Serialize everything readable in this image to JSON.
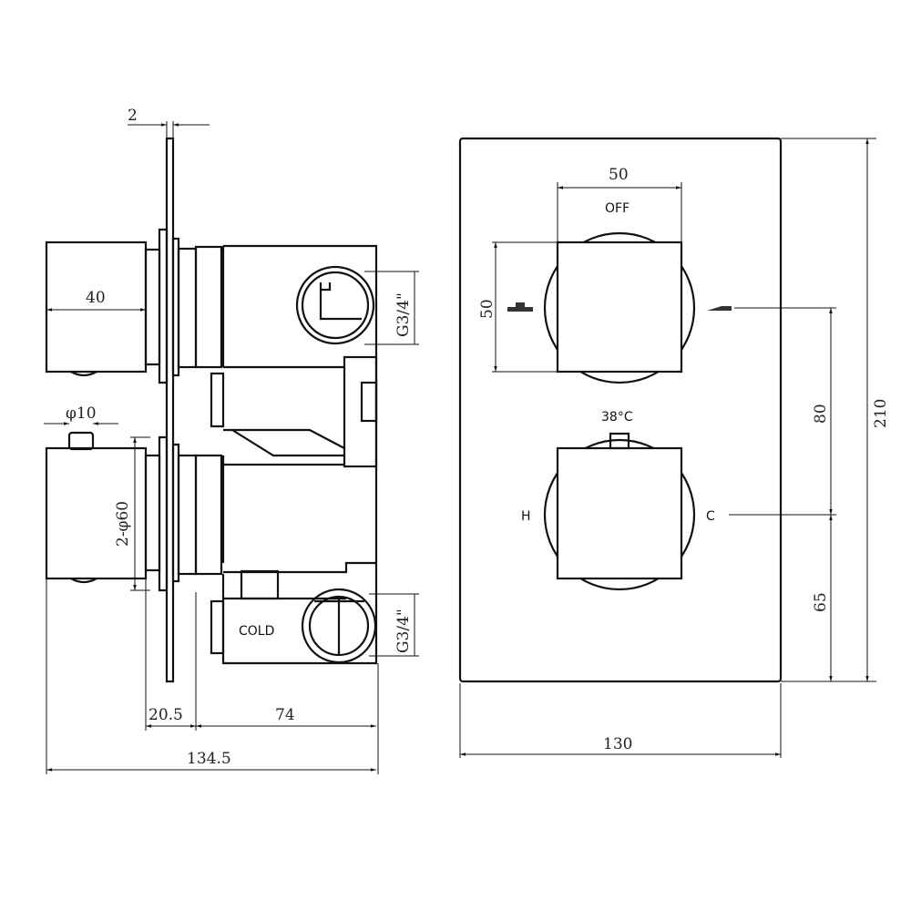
{
  "side_view": {
    "dims": {
      "plate_thickness": "2",
      "knob_depth": "40",
      "pin_diameter": "φ10",
      "knob_diameter": "2-φ60",
      "plate_to_body": "20.5",
      "body_depth": "74",
      "overall_depth": "134.5",
      "port_thread_top": "G3/4\"",
      "port_thread_bottom": "G3/4\""
    },
    "labels": {
      "cold": "COLD"
    }
  },
  "front_view": {
    "dims": {
      "knob_width": "50",
      "knob_height": "50",
      "plate_width": "130",
      "plate_height": "210",
      "knob_spacing": "80",
      "bottom_offset": "65"
    },
    "labels": {
      "off": "OFF",
      "temp": "38°C",
      "hot": "H",
      "cold": "C"
    },
    "icons": [
      "shower-head-icon",
      "hand-shower-icon"
    ]
  }
}
